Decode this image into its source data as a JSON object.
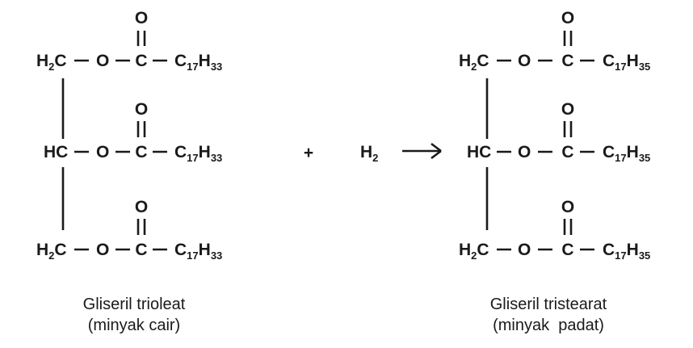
{
  "reactant": {
    "rows": [
      {
        "carbon": "H",
        "carbon_sub": "2",
        "carbon_tail": "C",
        "oxygen": "O",
        "carbonyl_c": "C",
        "carbonyl_o": "O",
        "chain_c": "C",
        "chain_c_sub": "17",
        "chain_h": "H",
        "chain_h_sub": "33"
      },
      {
        "carbon": "HC",
        "carbon_sub": "",
        "carbon_tail": "",
        "oxygen": "O",
        "carbonyl_c": "C",
        "carbonyl_o": "O",
        "chain_c": "C",
        "chain_c_sub": "17",
        "chain_h": "H",
        "chain_h_sub": "33"
      },
      {
        "carbon": "H",
        "carbon_sub": "2",
        "carbon_tail": "C",
        "oxygen": "O",
        "carbonyl_c": "C",
        "carbonyl_o": "O",
        "chain_c": "C",
        "chain_c_sub": "17",
        "chain_h": "H",
        "chain_h_sub": "33"
      }
    ],
    "name": "Gliseril trioleat",
    "state": "(minyak cair)"
  },
  "plus_sign": "+",
  "reagent": {
    "symbol": "H",
    "sub": "2"
  },
  "arrow": "⟶",
  "product": {
    "rows": [
      {
        "carbon": "H",
        "carbon_sub": "2",
        "carbon_tail": "C",
        "oxygen": "O",
        "carbonyl_c": "C",
        "carbonyl_o": "O",
        "chain_c": "C",
        "chain_c_sub": "17",
        "chain_h": "H",
        "chain_h_sub": "35"
      },
      {
        "carbon": "HC",
        "carbon_sub": "",
        "carbon_tail": "",
        "oxygen": "O",
        "carbonyl_c": "C",
        "carbonyl_o": "O",
        "chain_c": "C",
        "chain_c_sub": "17",
        "chain_h": "H",
        "chain_h_sub": "35"
      },
      {
        "carbon": "H",
        "carbon_sub": "2",
        "carbon_tail": "C",
        "oxygen": "O",
        "carbonyl_c": "C",
        "carbonyl_o": "O",
        "chain_c": "C",
        "chain_c_sub": "17",
        "chain_h": "H",
        "chain_h_sub": "35"
      }
    ],
    "name": "Gliseril tristearat",
    "state": "(minyak  padat)"
  }
}
